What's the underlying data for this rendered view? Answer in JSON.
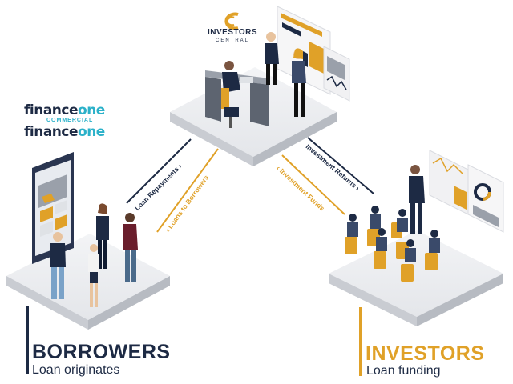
{
  "brands": {
    "financeone_commercial": {
      "finance": "finance",
      "one": "one",
      "sub": "COMMERCIAL"
    },
    "financeone": {
      "finance": "finance",
      "one": "one"
    }
  },
  "investors_central": {
    "title": "INVESTORS",
    "subtitle": "CENTRAL"
  },
  "flows": {
    "loan_repayments": "Loan Repayments ›",
    "loans_to_borrowers": "‹ Loans to Borrowers",
    "investment_returns": "Investment Returns ›",
    "investment_funds": "‹ Investment Funds"
  },
  "borrowers": {
    "heading": "BORROWERS",
    "caption": "Loan originates"
  },
  "investors": {
    "heading": "INVESTORS",
    "caption": "Loan funding"
  },
  "colors": {
    "navy": "#1d2a44",
    "amber": "#e0a128",
    "teal": "#2bb1c9"
  },
  "icons": [
    "investors-central-logo",
    "smartphone-icon",
    "presentation-board-icon"
  ]
}
